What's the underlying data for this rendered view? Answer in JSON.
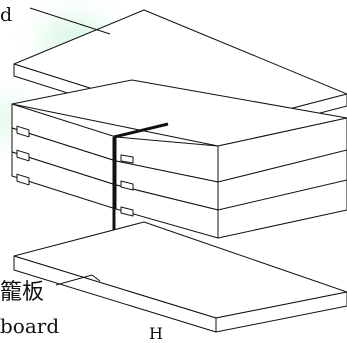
{
  "labels": {
    "top_partial": "d",
    "bottom_chinese": "籠板",
    "bottom_english_partial": "board",
    "marker": "H"
  },
  "colors": {
    "line": "#111111",
    "background": "#ffffff",
    "watermark_green": "#9be7b8"
  }
}
